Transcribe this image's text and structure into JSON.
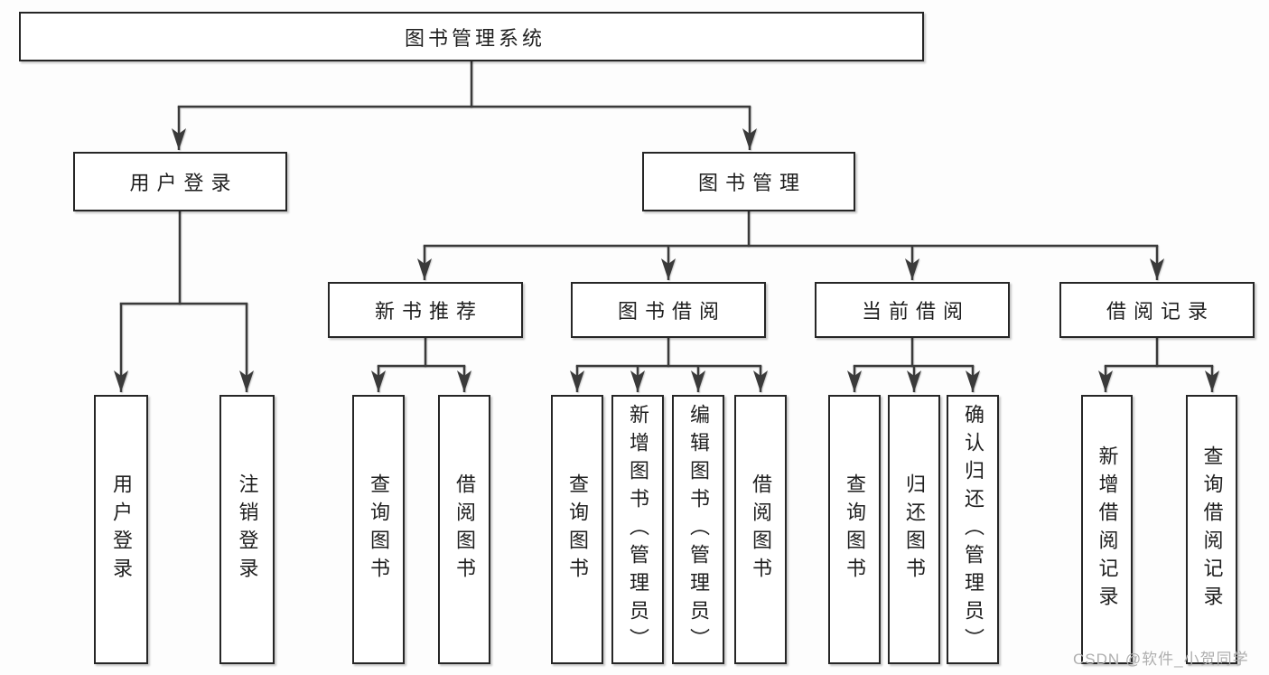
{
  "diagram_title": "图书管理系统",
  "colors": {
    "line": "#3a3a3a",
    "box_border": "#262626",
    "box_fill": "#ffffff",
    "text": "#1f1f1f",
    "watermark": "#aeaeae",
    "background": "#fdfdfd"
  },
  "watermark": {
    "text": "CSDN @软件_小贺同学"
  },
  "tree": {
    "label": "图书管理系统",
    "children": [
      {
        "label": "用户登录",
        "children": [
          {
            "label": "用户登录"
          },
          {
            "label": "注销登录"
          }
        ]
      },
      {
        "label": "图书管理",
        "children": [
          {
            "label": "新书推荐",
            "children": [
              {
                "label": "查询图书"
              },
              {
                "label": "借阅图书"
              }
            ]
          },
          {
            "label": "图书借阅",
            "children": [
              {
                "label": "查询图书"
              },
              {
                "label": "新增图书（管理员）"
              },
              {
                "label": "编辑图书（管理员）"
              },
              {
                "label": "借阅图书"
              }
            ]
          },
          {
            "label": "当前借阅",
            "children": [
              {
                "label": "查询图书"
              },
              {
                "label": "归还图书"
              },
              {
                "label": "确认归还（管理员）"
              }
            ]
          },
          {
            "label": "借阅记录",
            "children": [
              {
                "label": "新增借阅记录"
              },
              {
                "label": "查询借阅记录"
              }
            ]
          }
        ]
      }
    ]
  }
}
